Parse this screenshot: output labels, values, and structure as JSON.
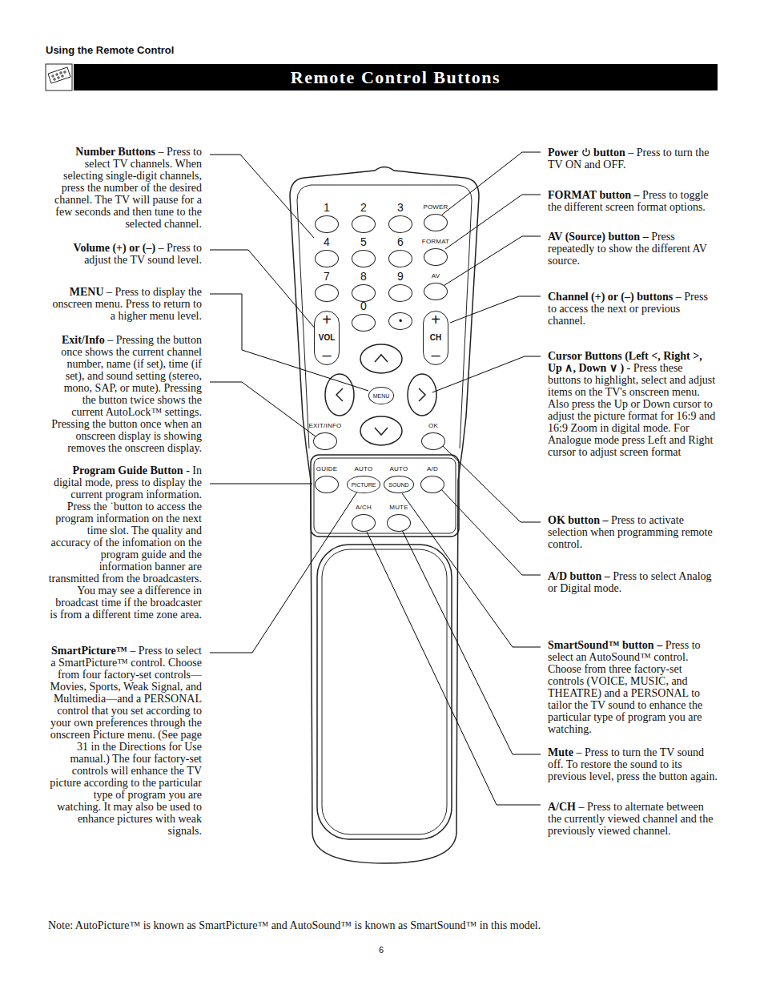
{
  "diagram": {
    "title": "Remote Control Buttons",
    "nodes": [
      {
        "text": [
          "1"
        ]
      },
      {
        "text": [
          "2"
        ]
      },
      {
        "text": [
          "3"
        ]
      },
      {
        "text": [
          "POWER"
        ]
      },
      {
        "text": [
          "4"
        ]
      },
      {
        "text": [
          "5"
        ]
      },
      {
        "text": [
          "6"
        ]
      },
      {
        "text": [
          "FORMAT"
        ]
      },
      {
        "text": [
          "7"
        ]
      },
      {
        "text": [
          "8"
        ]
      },
      {
        "text": [
          "9"
        ]
      },
      {
        "text": [
          "AV"
        ]
      },
      {
        "text": [
          "+",
          "VOL",
          "–"
        ]
      },
      {
        "text": [
          "0"
        ]
      },
      {
        "text": [
          "•"
        ]
      },
      {
        "text": [
          "+",
          "CH",
          "–"
        ]
      },
      {
        "text": [
          "MENU"
        ]
      },
      {
        "text": [
          "EXIT/INFO"
        ]
      },
      {
        "text": [
          "OK"
        ]
      },
      {
        "text": [
          "GUIDE"
        ]
      },
      {
        "text": [
          "AUTO",
          "PICTURE"
        ]
      },
      {
        "text": [
          "AUTO",
          "SOUND"
        ]
      },
      {
        "text": [
          "A/D"
        ]
      },
      {
        "text": [
          "A/CH"
        ]
      },
      {
        "text": [
          "MUTE"
        ]
      }
    ],
    "labels": [
      "Using the Remote Control",
      "Number Buttons",
      "– Press to select TV channels. When selecting single-digit channels, press the number of the desired channel. The TV will pause for a few seconds and then tune to the selected channel.",
      "Volume (+) or (–)",
      "– Press to adjust the TV sound level.",
      "MENU",
      "– Press to display the onscreen menu. Press to return to a higher menu level.",
      "Exit/Info",
      "– Pressing the button once shows the current channel number, name (if set), time (if set), and sound setting (stereo, mono, SAP, or mute). Pressing the button twice shows the current AutoLock™ settings. Pressing the button once when an onscreen display is showing removes the onscreen display.",
      "Program Guide Button -",
      "In digital mode, press to display the current program information. Press the ˙button to access the program information on the next time slot. The quality and accuracy of the infomation on the program guide and the information banner are transmitted from the broadcasters. You may see a difference in broadcast time if the broadcaster is from a different time zone area.",
      "SmartPicture™",
      "– Press to select a SmartPicture™ control. Choose from four factory-set controls—Movies, Sports, Weak Signal, and Multimedia—and a PERSONAL control that you set according to your own preferences through the onscreen Picture menu. (See page 31 in the Directions for Use manual.) The four factory-set controls will enhance the TV picture according to the particular type of program you are watching. It may also be used to enhance pictures with weak signals.",
      "Power",
      "button",
      "– Press to turn the TV ON and OFF.",
      "FORMAT button –",
      "Press to toggle the different screen format options.",
      "AV (Source) button –",
      "Press repeatedly to show the different AV source.",
      "Channel (+) or (–) buttons",
      "– Press to access the next or previous channel.",
      "Cursor Buttons (Left <, Right >, Up ∧, Down ∨ )",
      "- Press these buttons to highlight, select and adjust items on the TV's onscreen menu. Also press the Up or Down cursor to adjust the picture format for 16:9 and 16:9 Zoom in digital mode. For Analogue mode press Left and Right cursor to adjust screen format",
      "OK button –",
      "Press to activate selection when programming remote control.",
      "A/D button –",
      "Press to select Analog or Digital mode.",
      "SmartSound™ button –",
      "Press to select an AutoSound™ control. Choose from three factory-set controls (VOICE, MUSIC, and THEATRE) and a PERSONAL to tailor the TV sound to enhance the particular type of program you are watching.",
      "Mute",
      "– Press to turn the TV sound off. To restore the sound to its previous level, press the button again.",
      "A/CH",
      "– Press to alternate between the currently viewed channel and the previously viewed channel.",
      "Note: AutoPicture™ is known as SmartPicture™ and AutoSound™ is known as SmartSound™ in this model.",
      "6"
    ]
  }
}
